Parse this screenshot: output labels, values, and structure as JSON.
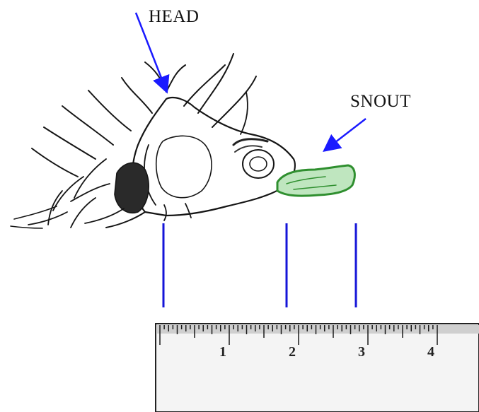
{
  "labels": {
    "head": "HEAD",
    "snout": "SNOUT"
  },
  "ruler": {
    "numbers": [
      "1",
      "2",
      "3",
      "4"
    ],
    "unit_count": 4
  },
  "colors": {
    "arrow": "#1a1aff",
    "measure_line": "#1414d8",
    "snout_fill": "#2f8f2f",
    "ink": "#151515"
  }
}
